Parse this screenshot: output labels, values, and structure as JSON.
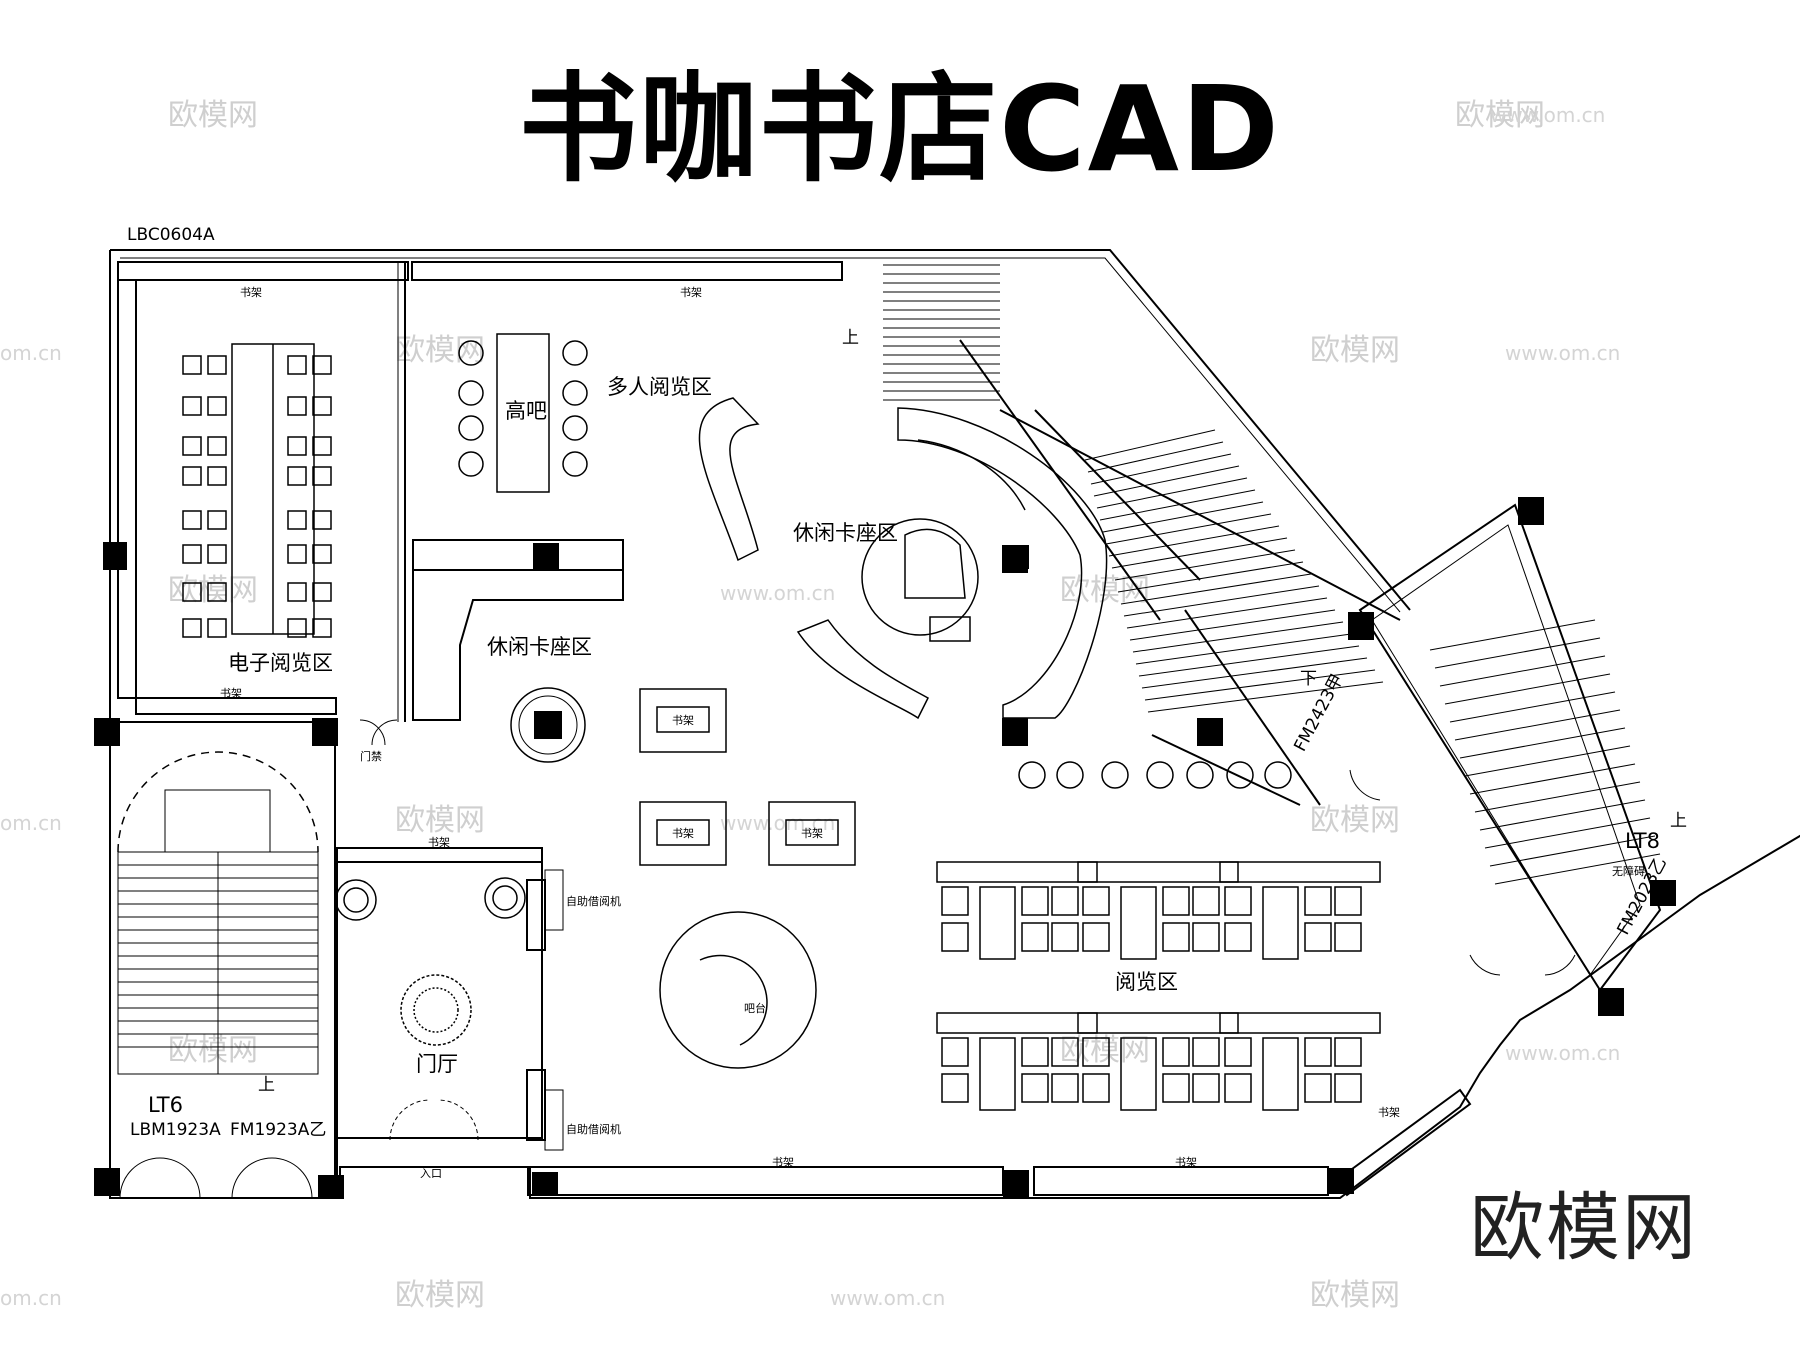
{
  "title": "书咖书店CAD",
  "logo_text": "欧模网",
  "drawing_code": "LBC0604A",
  "labels": {
    "bookshelf": "书架",
    "high_bar": "高吧",
    "multi_reading": "多人阅览区",
    "leisure_booth": "休闲卡座区",
    "e_reading": "电子阅览区",
    "access_control": "门禁",
    "lobby": "门厅",
    "bar_counter": "吧台",
    "reading_area": "阅览区",
    "self_borrow": "自助借阅机",
    "entrance": "入口",
    "up": "上",
    "down": "下",
    "lt6": "LT6",
    "lbm1923a": "LBM1923A",
    "fm1923a": "FM1923A乙",
    "lt8": "LT8",
    "barrier_free": "无障碍",
    "fm2023": "FM2023乙",
    "fm2423": "FM2423甲"
  },
  "watermark": {
    "brand": "欧模网",
    "url": "www.om.cn",
    "url_short": "om.cn"
  }
}
